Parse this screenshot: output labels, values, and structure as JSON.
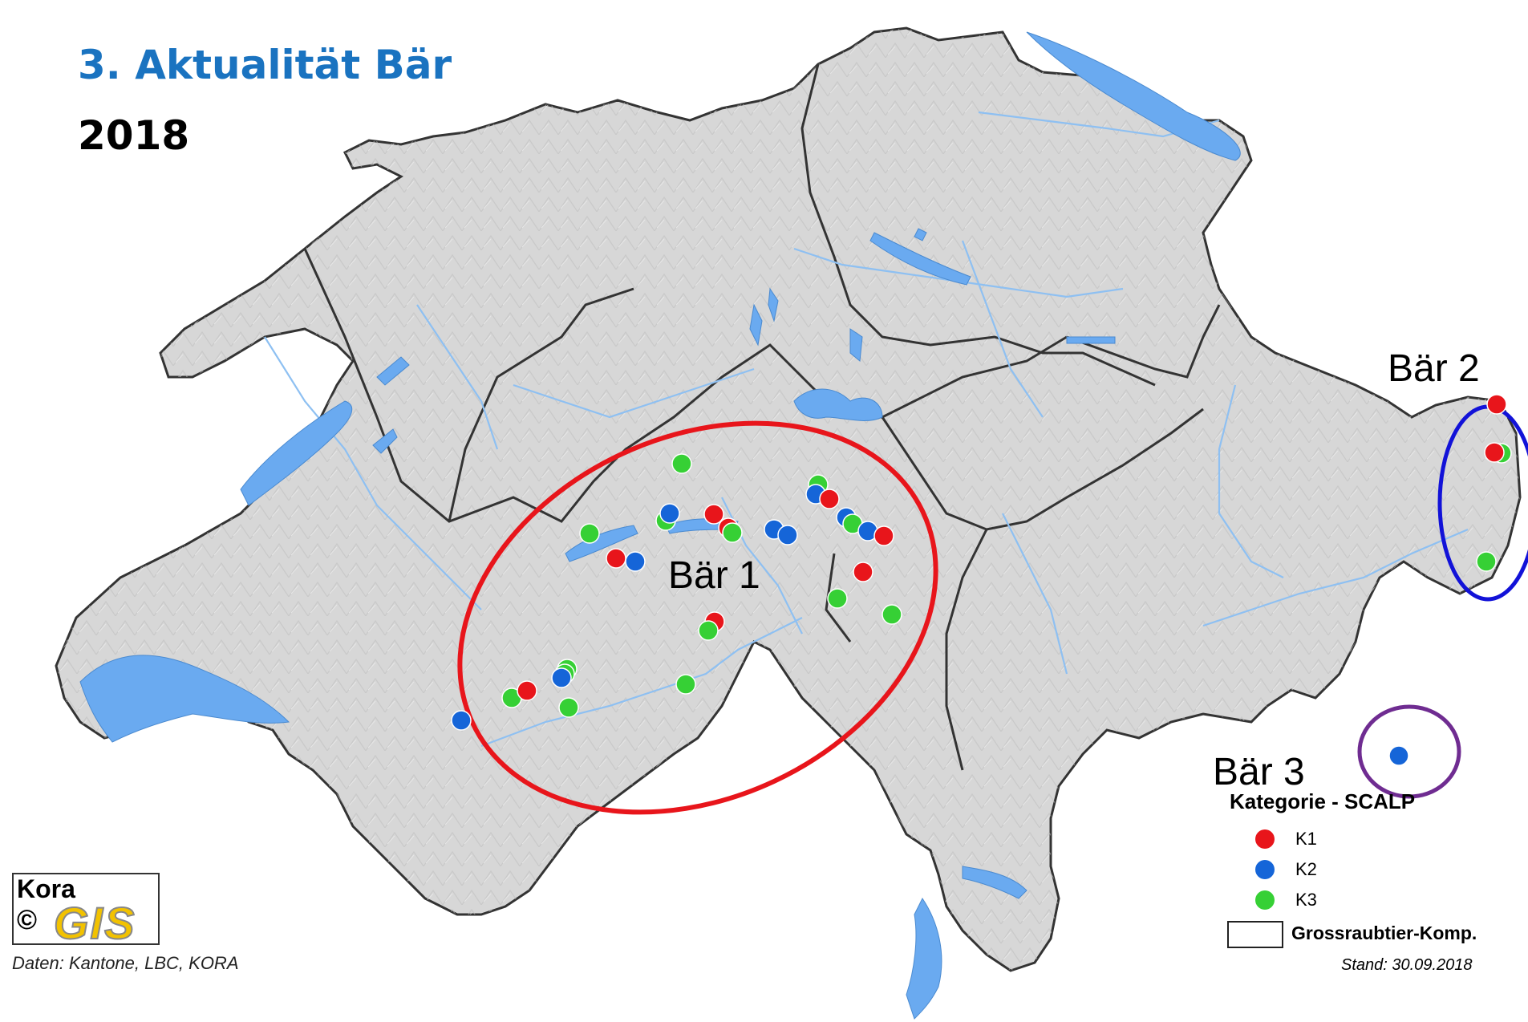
{
  "title": "3. Aktualität Bär",
  "year": "2018",
  "credits": "Daten: Kantone, LBC, KORA",
  "logo": {
    "line1": "Kora",
    "line2": "©",
    "gis": "GIS"
  },
  "bears": [
    {
      "id": "b1",
      "label": "Bär 1",
      "color": "#e8151b"
    },
    {
      "id": "b2",
      "label": "Bär 2",
      "color": "#1f4fa0"
    },
    {
      "id": "b3",
      "label": "Bär 3",
      "color": "#7a2fa0"
    }
  ],
  "ellipse_colors": {
    "b1": "#e8151b",
    "b2": "#1212d8",
    "b3": "#6f2c91"
  },
  "legend": {
    "title": "Kategorie - SCALP",
    "items": [
      {
        "label": "K1",
        "color": "#e8151b"
      },
      {
        "label": "K2",
        "color": "#1565d8"
      },
      {
        "label": "K3",
        "color": "#36d035"
      }
    ],
    "boundary_label": "Grossraubtier-Komp.",
    "date": "Stand: 30.09.2018"
  },
  "colors": {
    "land": "#d7d7d7",
    "water": "#6aaaf0",
    "border": "#333333",
    "title": "#1a73c0"
  }
}
